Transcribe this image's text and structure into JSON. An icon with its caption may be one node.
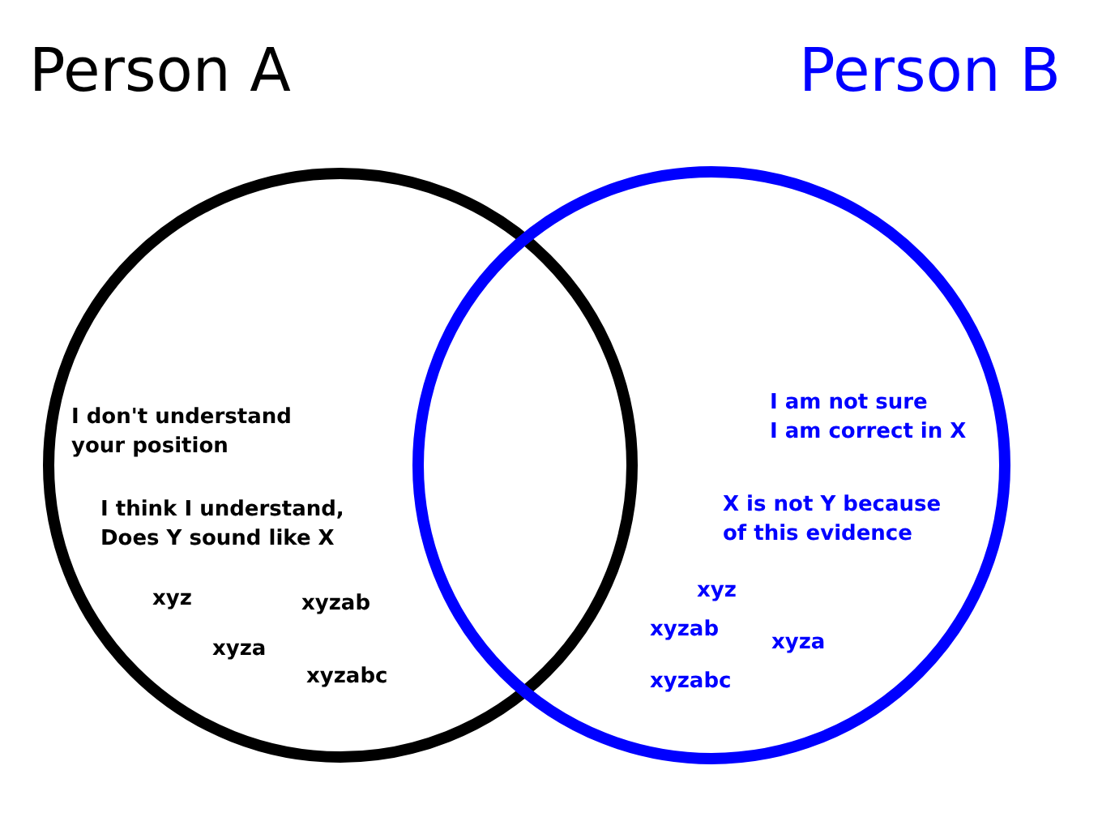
{
  "diagram": {
    "nodes": [
      {
        "text": [
          "Person A",
          "I don't understand your position",
          "I think I understand, Does Y sound like X",
          "xyz",
          "xyzab",
          "xyza",
          "xyzabc"
        ]
      },
      {
        "text": [
          "Person B",
          "I am not sure I am correct in X",
          "X is not Y because of this evidence",
          "xyz",
          "xyzab",
          "xyza",
          "xyzabc"
        ]
      }
    ],
    "edges": []
  }
}
